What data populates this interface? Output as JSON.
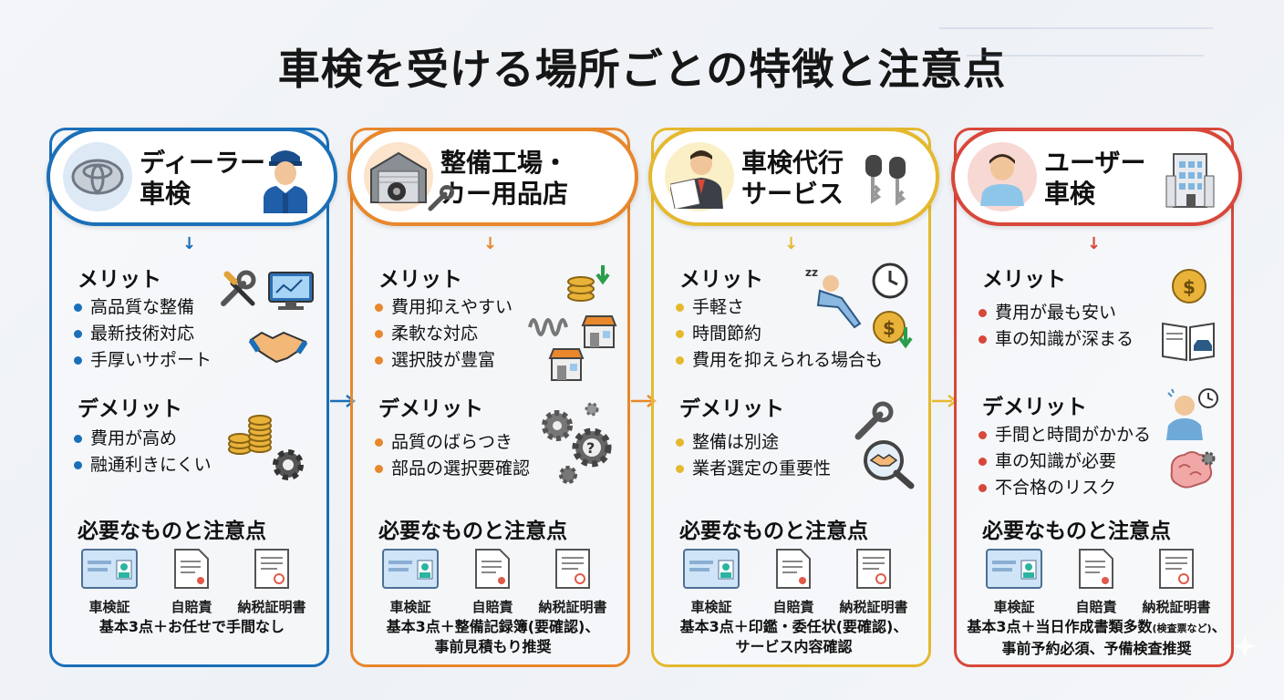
{
  "title": "車検を受ける場所ごとの特徴と注意点",
  "colors": {
    "dealer": "#1a6fb8",
    "garage": "#e8872b",
    "agency": "#e5b92e",
    "user": "#d8473a"
  },
  "columns": [
    {
      "id": "dealer",
      "header": "ディーラー\n車検",
      "merit_title": "メリット",
      "merits": [
        "高品質な整備",
        "最新技術対応",
        "手厚いサポート"
      ],
      "demerit_title": "デメリット",
      "demerits": [
        "費用が高め",
        "融通利きにくい"
      ],
      "needs_title": "必要なものと注意点",
      "docs": [
        "車検証",
        "自賠責",
        "納税証明書"
      ],
      "note": "基本3点＋お任せで手間なし",
      "icons": [
        "car-logo-icon",
        "mechanic-icon",
        "tools-icon",
        "diagnostic-monitor-icon",
        "handshake-icon",
        "coins-icon",
        "gear-icon"
      ]
    },
    {
      "id": "garage",
      "header": "整備工場・\nカー用品店",
      "merit_title": "メリット",
      "merits": [
        "費用抑えやすい",
        "柔軟な対応",
        "選択肢が豊富"
      ],
      "demerit_title": "デメリット",
      "demerits": [
        "品質のばらつき",
        "部品の選択要確認"
      ],
      "needs_title": "必要なものと注意点",
      "docs": [
        "車検証",
        "自賠責",
        "納税証明書"
      ],
      "note": "基本3点＋整備記録簿(要確認)、\n事前見積もり推奨",
      "icons": [
        "garage-icon",
        "wrench-icon",
        "coins-down-icon",
        "spring-icon",
        "shop-icon",
        "gears-question-icon"
      ]
    },
    {
      "id": "agency",
      "header": "車検代行\nサービス",
      "merit_title": "メリット",
      "merits": [
        "手軽さ",
        "時間節約",
        "費用を抑えられる場合も"
      ],
      "demerit_title": "デメリット",
      "demerits": [
        "整備は別途",
        "業者選定の重要性"
      ],
      "needs_title": "必要なものと注意点",
      "docs": [
        "車検証",
        "自賠責",
        "納税証明書"
      ],
      "note": "基本3点＋印鑑・委任状(要確認)、\nサービス内容確認",
      "icons": [
        "agent-icon",
        "car-keys-icon",
        "relaxing-person-icon",
        "clock-icon",
        "dollar-down-icon",
        "wrench-icon",
        "handshake-search-icon"
      ]
    },
    {
      "id": "user",
      "header": "ユーザー\n車検",
      "merit_title": "メリット",
      "merits": [
        "費用が最も安い",
        "車の知識が深まる"
      ],
      "demerit_title": "デメリット",
      "demerits": [
        "手間と時間がかかる",
        "車の知識が必要",
        "不合格のリスク"
      ],
      "needs_title": "必要なものと注意点",
      "docs": [
        "車検証",
        "自賠責",
        "納税証明書"
      ],
      "note_main": "基本3点＋当日作成書類多数",
      "note_small": "(検査票など)",
      "note_tail": "、\n事前予約必須、予備検査推奨",
      "icons": [
        "person-icon",
        "building-icon",
        "dollar-coin-icon",
        "car-manual-book-icon",
        "worried-person-icon",
        "brain-gear-icon"
      ]
    }
  ]
}
